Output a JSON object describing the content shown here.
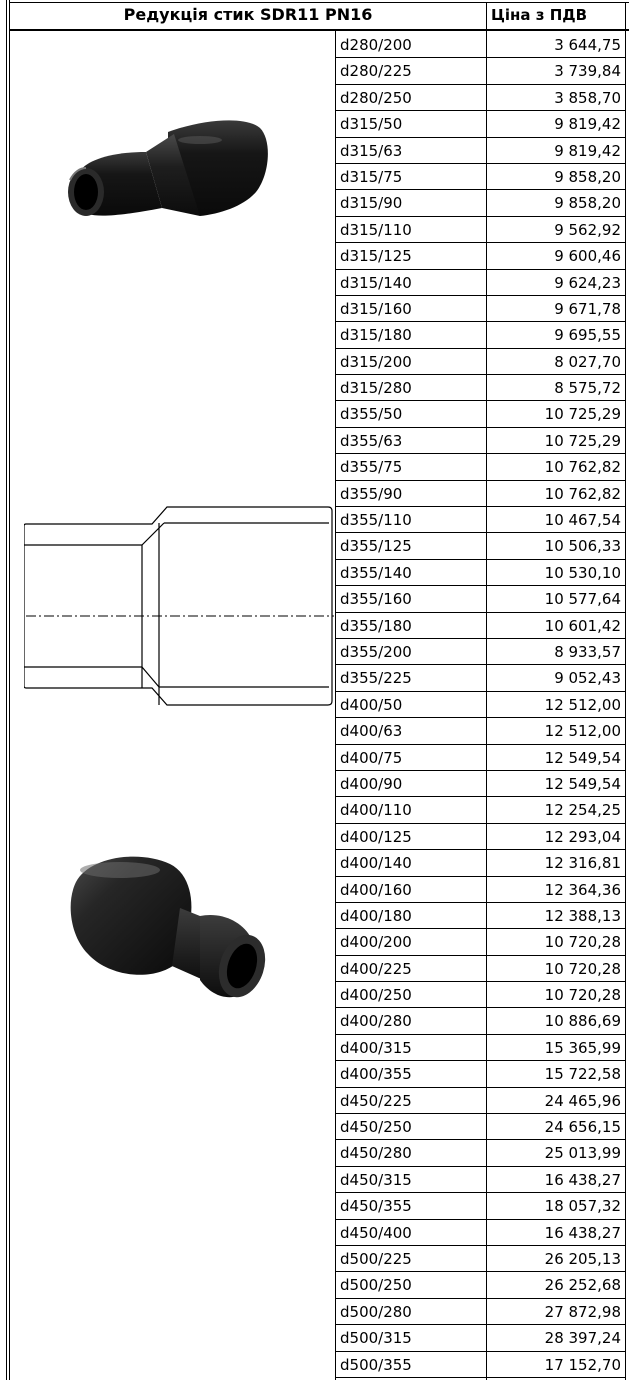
{
  "header": {
    "title": "Редукція стик  SDR11 PN16",
    "price_column": "Ціна з ПДВ"
  },
  "colors": {
    "pipe_black": "#1c1c1c",
    "line": "#000000",
    "background": "#ffffff"
  },
  "rows": [
    {
      "size": "d280/200",
      "price": "3 644,75"
    },
    {
      "size": "d280/225",
      "price": "3 739,84"
    },
    {
      "size": "d280/250",
      "price": "3 858,70"
    },
    {
      "size": "d315/50",
      "price": "9 819,42"
    },
    {
      "size": "d315/63",
      "price": "9 819,42"
    },
    {
      "size": "d315/75",
      "price": "9 858,20"
    },
    {
      "size": "d315/90",
      "price": "9 858,20"
    },
    {
      "size": "d315/110",
      "price": "9 562,92"
    },
    {
      "size": "d315/125",
      "price": "9 600,46"
    },
    {
      "size": "d315/140",
      "price": "9 624,23"
    },
    {
      "size": "d315/160",
      "price": "9 671,78"
    },
    {
      "size": "d315/180",
      "price": "9 695,55"
    },
    {
      "size": "d315/200",
      "price": "8 027,70"
    },
    {
      "size": "d315/280",
      "price": "8 575,72"
    },
    {
      "size": "d355/50",
      "price": "10 725,29"
    },
    {
      "size": "d355/63",
      "price": "10 725,29"
    },
    {
      "size": "d355/75",
      "price": "10 762,82"
    },
    {
      "size": "d355/90",
      "price": "10 762,82"
    },
    {
      "size": "d355/110",
      "price": "10 467,54"
    },
    {
      "size": "d355/125",
      "price": "10 506,33"
    },
    {
      "size": "d355/140",
      "price": "10 530,10"
    },
    {
      "size": "d355/160",
      "price": "10 577,64"
    },
    {
      "size": "d355/180",
      "price": "10 601,42"
    },
    {
      "size": "d355/200",
      "price": "8 933,57"
    },
    {
      "size": "d355/225",
      "price": "9 052,43"
    },
    {
      "size": "d400/50",
      "price": "12 512,00"
    },
    {
      "size": "d400/63",
      "price": "12 512,00"
    },
    {
      "size": "d400/75",
      "price": "12 549,54"
    },
    {
      "size": "d400/90",
      "price": "12 549,54"
    },
    {
      "size": "d400/110",
      "price": "12 254,25"
    },
    {
      "size": "d400/125",
      "price": "12 293,04"
    },
    {
      "size": "d400/140",
      "price": "12 316,81"
    },
    {
      "size": "d400/160",
      "price": "12 364,36"
    },
    {
      "size": "d400/180",
      "price": "12 388,13"
    },
    {
      "size": "d400/200",
      "price": "10 720,28"
    },
    {
      "size": "d400/225",
      "price": "10 720,28"
    },
    {
      "size": "d400/250",
      "price": "10 720,28"
    },
    {
      "size": "d400/280",
      "price": "10 886,69"
    },
    {
      "size": "d400/315",
      "price": "15 365,99"
    },
    {
      "size": "d400/355",
      "price": "15 722,58"
    },
    {
      "size": "d450/225",
      "price": "24 465,96"
    },
    {
      "size": "d450/250",
      "price": "24 656,15"
    },
    {
      "size": "d450/280",
      "price": "25 013,99"
    },
    {
      "size": "d450/315",
      "price": "16 438,27"
    },
    {
      "size": "d450/355",
      "price": "18 057,32"
    },
    {
      "size": "d450/400",
      "price": "16 438,27"
    },
    {
      "size": "d500/225",
      "price": "26 205,13"
    },
    {
      "size": "d500/250",
      "price": "26 252,68"
    },
    {
      "size": "d500/280",
      "price": "27 872,98"
    },
    {
      "size": "d500/315",
      "price": "28 397,24"
    },
    {
      "size": "d500/355",
      "price": "17 152,70"
    }
  ]
}
